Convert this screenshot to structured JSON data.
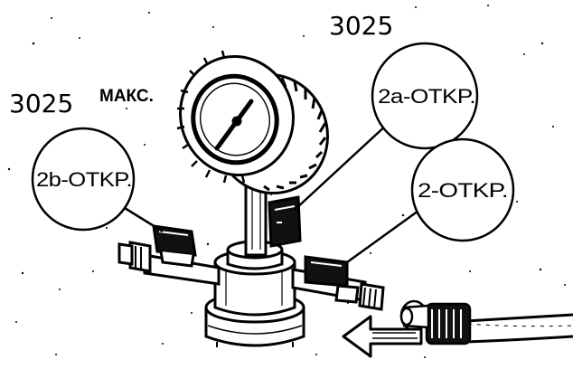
{
  "labels": {
    "ref_top": "3025",
    "ref_left": "3025",
    "max": "МАКС.",
    "callout_top": "2a-OTKP.",
    "callout_left": "2b-OTKP.",
    "callout_right": "2-OTKP."
  },
  "icons": {
    "gauge": "pressure-gauge-icon",
    "arrow": "flow-arrow-icon"
  }
}
